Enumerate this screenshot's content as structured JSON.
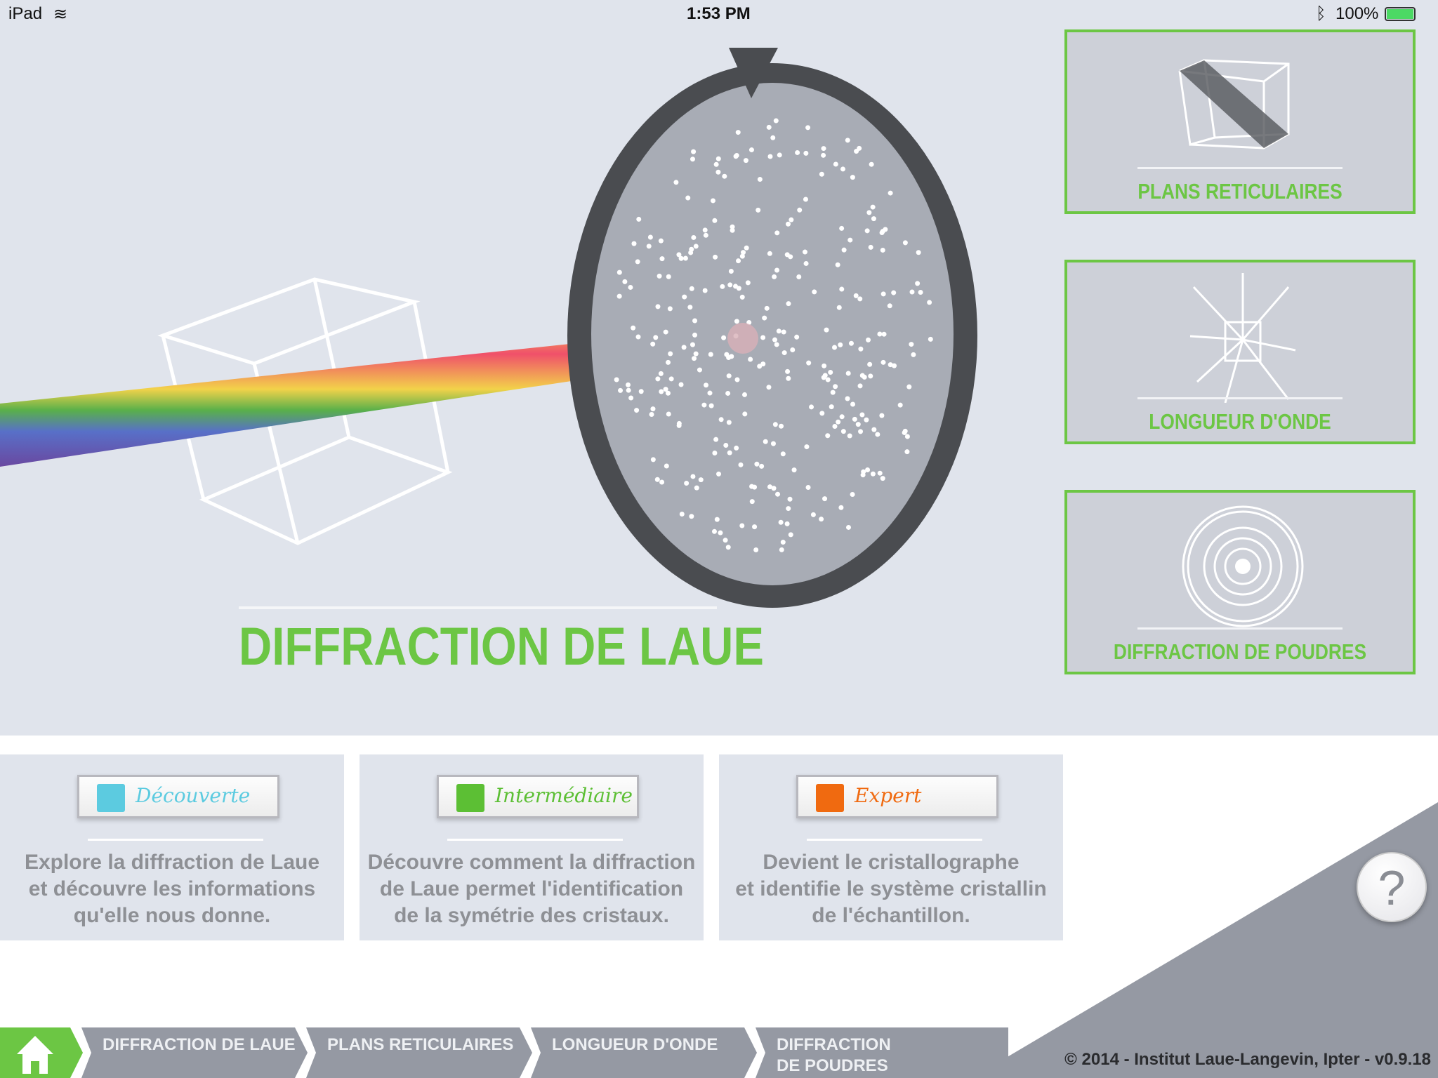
{
  "status": {
    "device": "iPad",
    "time": "1:53 PM",
    "battery": "100%"
  },
  "main": {
    "title": "DIFFRACTION DE LAUE"
  },
  "cards": [
    {
      "label": "PLANS RETICULAIRES"
    },
    {
      "label": "LONGUEUR D'ONDE"
    },
    {
      "label": "DIFFRACTION DE POUDRES"
    }
  ],
  "levels": [
    {
      "label": "Découverte",
      "color": "#5ccbe0",
      "lines": [
        "Explore la diffraction de Laue",
        "et découvre les informations",
        "qu'elle nous donne."
      ]
    },
    {
      "label": "Intermédiaire",
      "color": "#5cbf34",
      "lines": [
        "Découvre comment la diffraction",
        "de Laue permet l'identification",
        "de la symétrie des cristaux."
      ]
    },
    {
      "label": "Expert",
      "color": "#f06a10",
      "lines": [
        "Devient le cristallographe",
        "et identifie le système cristallin",
        "de l'échantillon."
      ]
    }
  ],
  "help": {
    "label": "?"
  },
  "breadcrumbs": [
    "DIFFRACTION DE LAUE",
    "PLANS RETICULAIRES",
    "LONGUEUR D'ONDE",
    "DIFFRACTION DE POUDRES"
  ],
  "footer": {
    "copyright": "© 2014 - Institut Laue-Langevin, Ipter - v0.9.18"
  }
}
